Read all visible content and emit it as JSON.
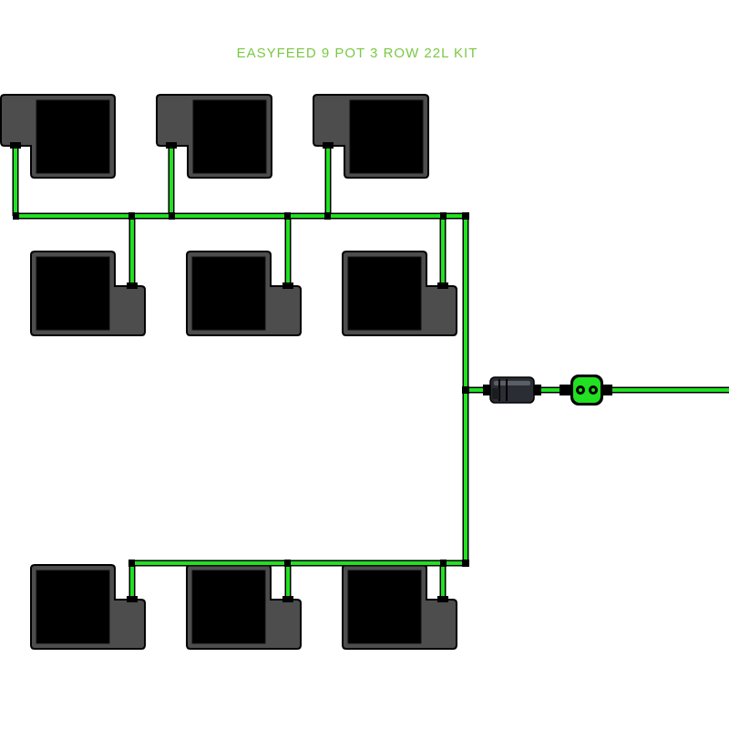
{
  "title": "EASYFEED 9 POT 3 ROW 22L KIT",
  "colors": {
    "title": "#7ac943",
    "tube": "#22e022",
    "tube_casing": "#000000",
    "pot_tray": "#4d4d4d",
    "pot_body": "#000000",
    "filter_body": "#2a2d33",
    "filter_rim": "#5a5f66",
    "controller_face": "#22e022"
  },
  "rows": [
    {
      "row": 1,
      "pot_count": 3,
      "feeder_side": "left"
    },
    {
      "row": 2,
      "pot_count": 3,
      "feeder_side": "right"
    },
    {
      "row": 3,
      "pot_count": 3,
      "feeder_side": "right"
    }
  ],
  "components": [
    {
      "name": "filter",
      "icon": "inline-filter-icon"
    },
    {
      "name": "flow-controller",
      "icon": "flow-controller-icon"
    }
  ]
}
